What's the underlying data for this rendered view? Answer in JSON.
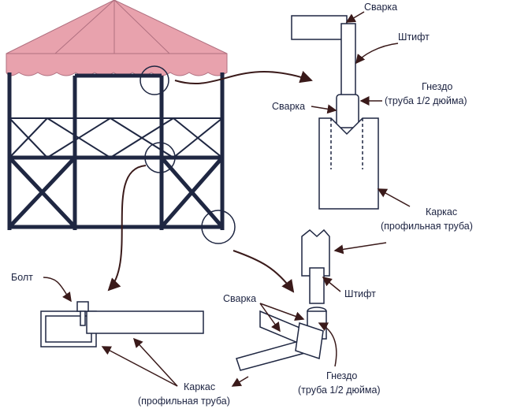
{
  "colors": {
    "frame": "#1f2742",
    "roof": "#e8a2ad",
    "arrow": "#3a1a1a"
  },
  "labels": {
    "top_weld": "Сварка",
    "top_pin": "Штифт",
    "top_socket_title": "Гнездо",
    "top_socket_sub": "(труба 1/2 дюйма)",
    "mid_weld": "Сварка",
    "top_frame_title": "Каркас",
    "top_frame_sub": "(профильная труба)",
    "bottom_pin": "Штифт",
    "bolt": "Болт",
    "bottom_weld": "Сварка",
    "bottom_socket_title": "Гнездо",
    "bottom_socket_sub": "(труба 1/2 дюйма)",
    "bottom_frame_title": "Каркас",
    "bottom_frame_sub": "(профильная труба)"
  }
}
